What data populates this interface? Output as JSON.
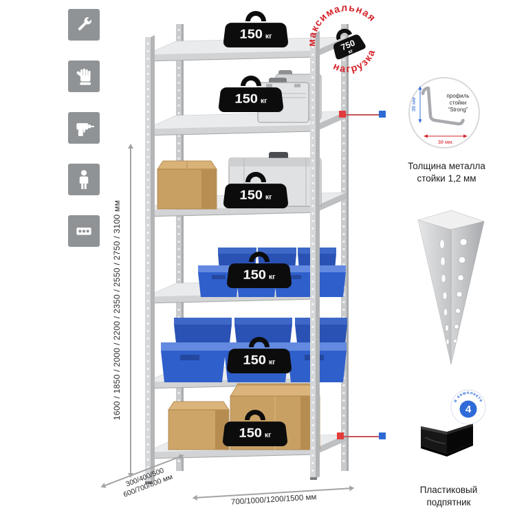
{
  "colors": {
    "accent_red": "#d6232a",
    "accent_blue": "#2f6bd8",
    "bin_blue": "#2f5fcb",
    "metal_gray": "#d2d3d5",
    "cardboard": "#c9a064",
    "icon_bg": "#8f9396"
  },
  "left_icons": {
    "items": [
      {
        "name": "wrench"
      },
      {
        "name": "glove"
      },
      {
        "name": "drill"
      },
      {
        "name": "person"
      },
      {
        "name": "perforated-strip"
      }
    ]
  },
  "stamp": {
    "arc_top": "максимальная",
    "arc_bottom": "нагрузка",
    "weight_value": "750",
    "weight_unit": "кг"
  },
  "rack": {
    "weights": [
      {
        "value": "150",
        "unit": "кг"
      },
      {
        "value": "150",
        "unit": "кг"
      },
      {
        "value": "150",
        "unit": "кг"
      },
      {
        "value": "150",
        "unit": "кг"
      },
      {
        "value": "150",
        "unit": "кг"
      },
      {
        "value": "150",
        "unit": "кг"
      }
    ]
  },
  "dims": {
    "height": "1600 / 1850 / 2000 / 2200 / 2350 / 2550 / 2750 / 3100 мм",
    "depth_line1": "300/400/500",
    "depth_line2": "600/700/800 мм",
    "width": "700/1000/1200/1500 мм"
  },
  "profile_detail": {
    "label_line1": "профиль",
    "label_line2": "стойки",
    "label_line3": "“Strong”",
    "dim_left": "38 мм",
    "dim_bottom": "38 мм.",
    "caption_line1": "Толщина металла",
    "caption_line2": "стойки 1,2 мм"
  },
  "foot_detail": {
    "badge_value": "4",
    "badge_arc": "в комплекте",
    "caption_line1": "Пластиковый",
    "caption_line2": "подпятник"
  }
}
